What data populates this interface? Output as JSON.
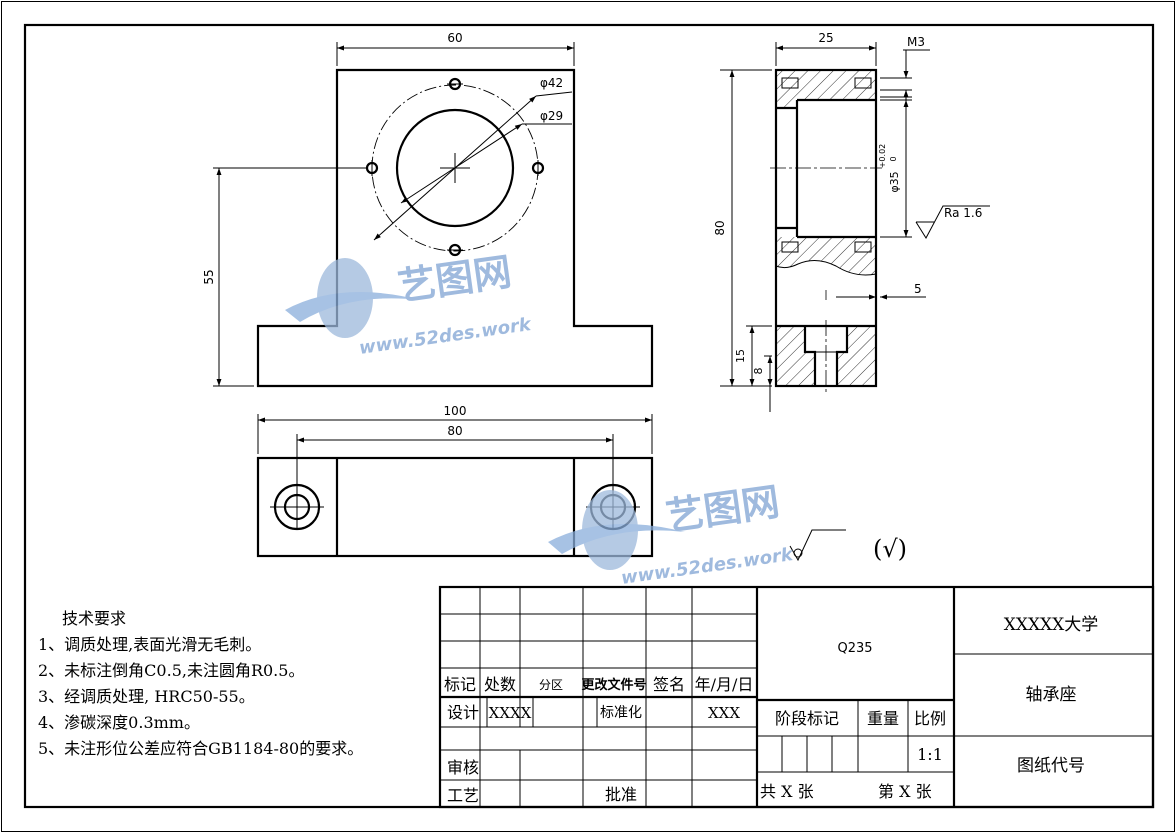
{
  "dimensions": {
    "front_width": "60",
    "front_height": "55",
    "hole_circle_dia": "φ42",
    "bore_dia": "φ29",
    "side_width": "25",
    "thread": "M3",
    "side_height": "80",
    "side_bore": "φ35",
    "side_bore_tol_upper": "+0.02",
    "side_bore_tol_lower": "0",
    "roughness": "Ra 1.6",
    "side_step": "5",
    "side_base": "15",
    "side_counterbore": "8",
    "top_length": "100",
    "top_hole_spacing": "80"
  },
  "surface_note": "(√)",
  "watermark": {
    "name": "艺图网",
    "url": "www.52des.work"
  },
  "tech_requirements": {
    "title": "技术要求",
    "items": [
      "1、调质处理,表面光滑无毛刺。",
      "2、未标注倒角C0.5,未注圆角R0.5。",
      "3、经调质处理, HRC50-55。",
      "4、渗碳深度0.3mm。",
      "5、未注形位公差应符合GB1184-80的要求。"
    ]
  },
  "title_block": {
    "material": "Q235",
    "school": "XXXXX大学",
    "part_name": "轴承座",
    "drawing_no": "图纸代号",
    "hdr_mark": "标记",
    "hdr_count": "处数",
    "hdr_zone": "分区",
    "hdr_doc": "更改文件号",
    "hdr_sign": "签名",
    "hdr_date": "年/月/日",
    "design_label": "设计",
    "design_value": "XXXX",
    "standard_label": "标准化",
    "standard_value": "XXX",
    "stage_label": "阶段标记",
    "weight_label": "重量",
    "scale_label": "比例",
    "scale_value": "1:1",
    "review_label": "审核",
    "process_label": "工艺",
    "approve_label": "批准",
    "total_sheets": "共 X 张",
    "sheet_no": "第 X 张"
  }
}
